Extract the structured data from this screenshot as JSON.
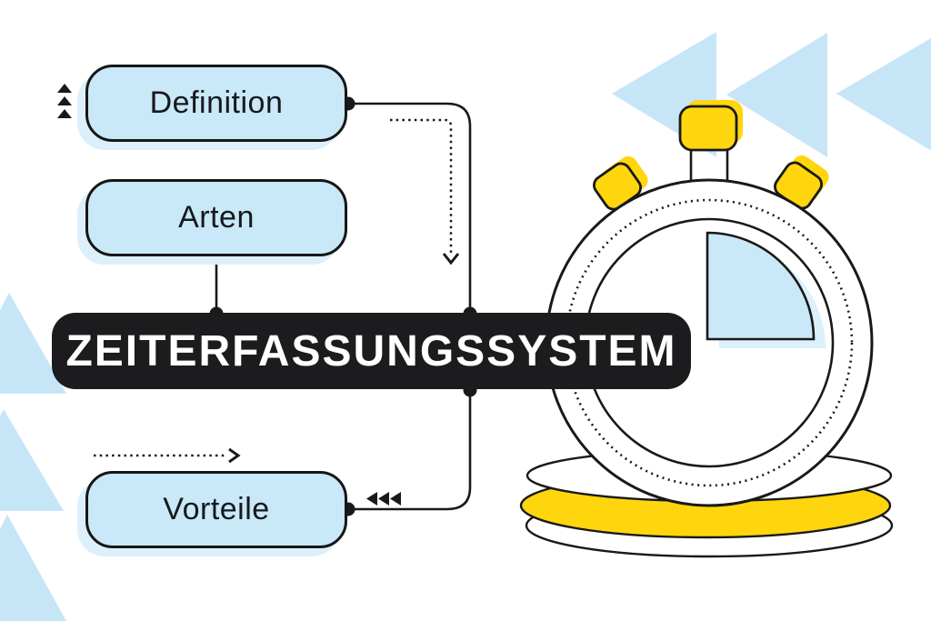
{
  "title": {
    "label": "ZEITERFASSUNGSSYSTEM"
  },
  "topics": [
    {
      "label": "Definition"
    },
    {
      "label": "Arten"
    },
    {
      "label": "Vorteile"
    }
  ],
  "icons": {
    "beside_definition": "triple-up-arrows-icon",
    "beside_vorteile": "rewind-triple-left-icon",
    "decor_top_right": "light-blue-left-triangles",
    "decor_left_edge": "light-blue-up-triangles",
    "illustration": "stopwatch-quarter-dial-on-podium"
  },
  "colors": {
    "background": "#ffffff",
    "light_blue": "#c9e8f8",
    "shadow_blue": "#dcf0fb",
    "yellow": "#ffd60d",
    "ink": "#191919",
    "title_bg": "#1c1c1e",
    "title_text": "#ffffff"
  }
}
